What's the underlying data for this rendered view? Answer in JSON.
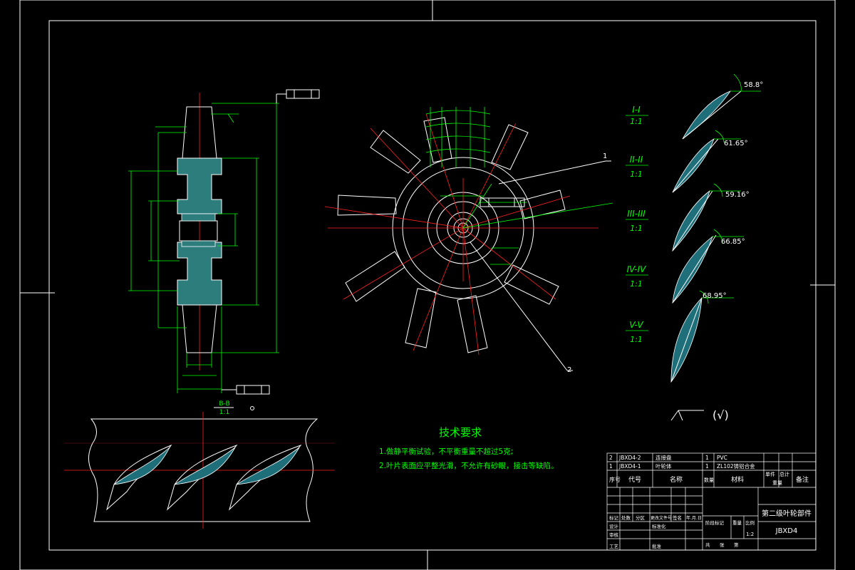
{
  "requirements": {
    "title": "技术要求",
    "item1": "1.做静平衡试验，不平衡重量不超过5克;",
    "item2": "2.叶片表面应平整光滑，不允许有砂眼，接击等缺陷。"
  },
  "labels": {
    "part1": "1",
    "part2": "2",
    "roughness": "(√)"
  },
  "sections": [
    {
      "title": "I-I",
      "scale": "1:1",
      "angle": "58.8°"
    },
    {
      "title": "II-II",
      "scale": "1:1",
      "angle": "61.65°"
    },
    {
      "title": "III-III",
      "scale": "1:1",
      "angle": "59.16°"
    },
    {
      "title": "IV-IV",
      "scale": "1:1",
      "angle": "66.85°"
    },
    {
      "title": "V-V",
      "scale": "1:1",
      "angle": "68.95°"
    }
  ],
  "bottom_view": {
    "title": "B-B",
    "scale": "1:1"
  },
  "title_block": {
    "rows": [
      {
        "no": "2",
        "code": "JBXD4-2",
        "name": "连接盘",
        "qty": "1",
        "material": "PVC"
      },
      {
        "no": "1",
        "code": "JBXD4-1",
        "name": "叶轮体",
        "qty": "1",
        "material": "ZL102铸铝合金"
      }
    ],
    "headers": {
      "no": "序号",
      "code": "代号",
      "name": "名称",
      "qty": "数量",
      "material": "材料",
      "weight_single": "单件",
      "weight_total": "总计",
      "weight": "重量",
      "remark": "备注"
    },
    "drawing_name": "第二级叶轮部件",
    "drawing_code": "JBXD4",
    "scale_value": "1:2",
    "labels": {
      "mark": "标记",
      "count": "处数",
      "zone": "分区",
      "doc": "更改文件号",
      "sign": "签名",
      "date": "年.月.日",
      "design": "设计",
      "standard": "标准化",
      "stage": "阶段标记",
      "weight": "重量",
      "scale": "比例",
      "check": "审核",
      "process": "工艺",
      "approve": "批准",
      "total": "共",
      "sheet": "张",
      "page": "第"
    }
  }
}
